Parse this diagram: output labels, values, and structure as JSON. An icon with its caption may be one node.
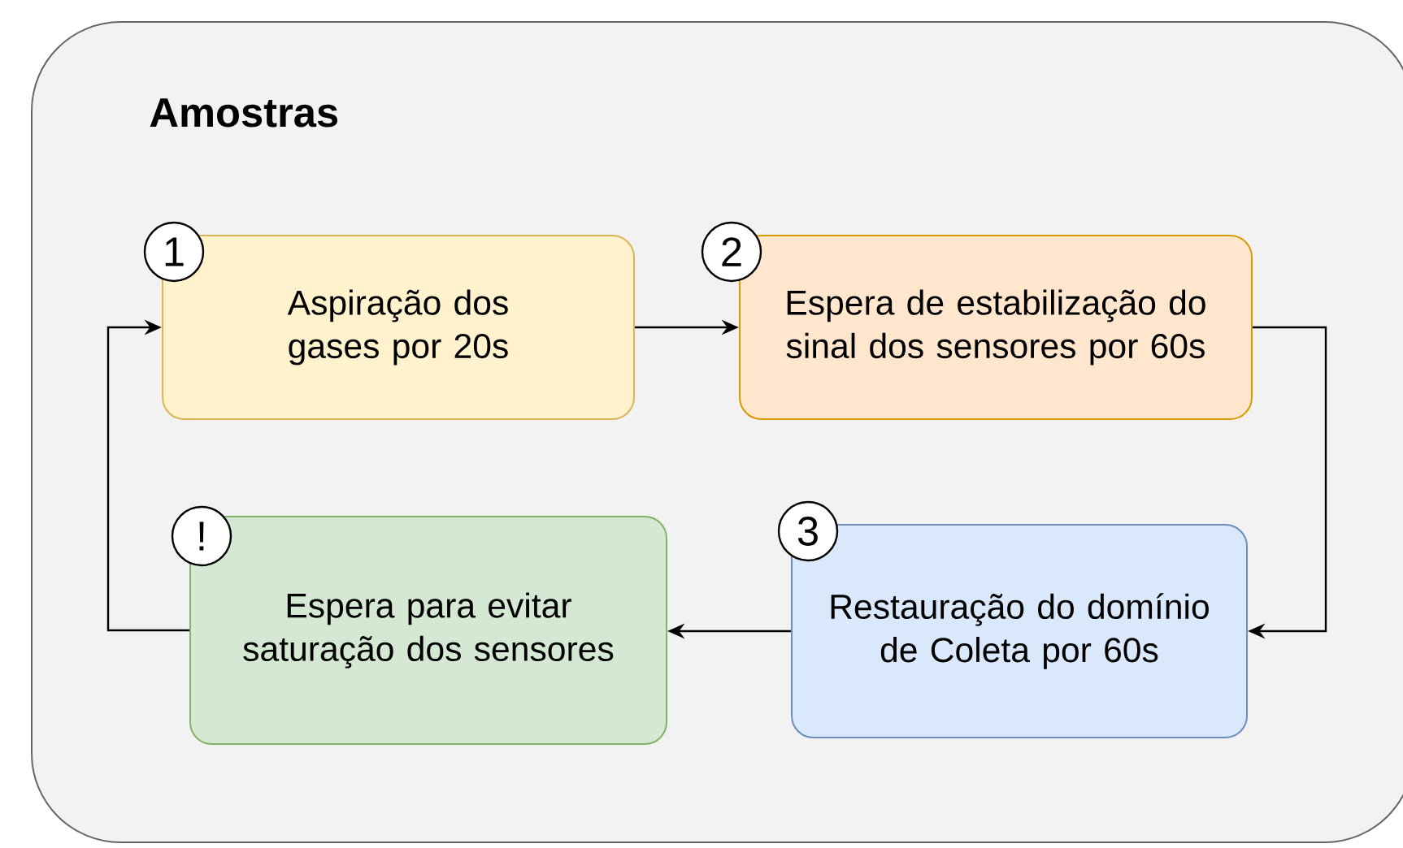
{
  "diagram": {
    "nodes": [
      {
        "text": [
          "Amostras"
        ]
      },
      {
        "text": [
          "1"
        ],
        "in": 0
      },
      {
        "text": [
          "Aspiração dos gases por 20s"
        ],
        "in": 0
      },
      {
        "text": [
          "2"
        ],
        "in": 0
      },
      {
        "text": [
          "Espera de estabilização do sinal dos sensores por 60s"
        ],
        "in": 0
      },
      {
        "text": [
          "!"
        ],
        "in": 0
      },
      {
        "text": [
          "Espera para evitar saturação dos sensores"
        ],
        "in": 0
      },
      {
        "text": [
          "3"
        ],
        "in": 0
      },
      {
        "text": [
          "Restauração do domínio de Coleta por 60s"
        ],
        "in": 0
      }
    ],
    "edges": [
      {
        "from": 2,
        "to": 4,
        "arrow": "to"
      },
      {
        "from": 4,
        "to": 8,
        "arrow": "to"
      },
      {
        "from": 8,
        "to": 6,
        "arrow": "to"
      },
      {
        "from": 6,
        "to": 2,
        "arrow": "to"
      }
    ]
  }
}
